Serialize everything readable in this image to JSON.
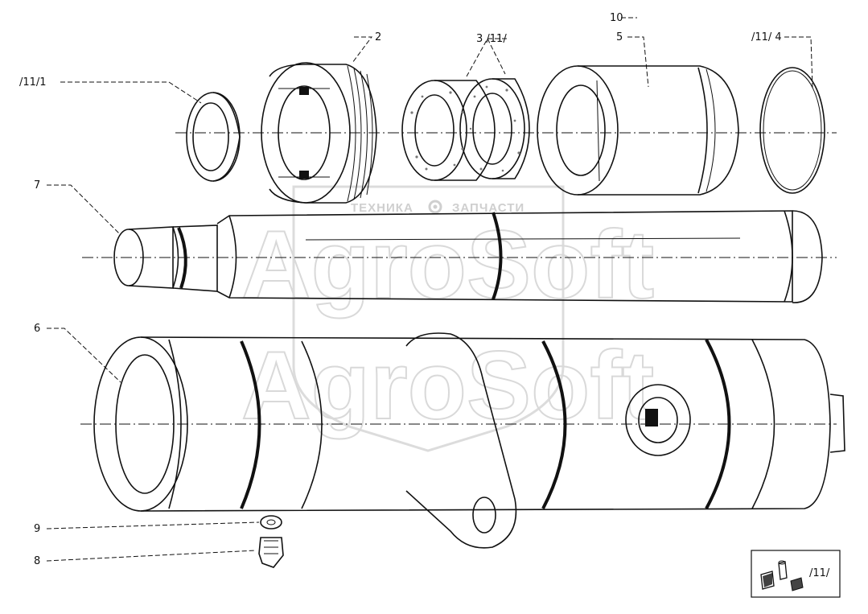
{
  "watermark": {
    "text_left": "ТЕХНИКА",
    "text_right": "ЗАПЧАСТИ",
    "gear_icon": "gear-icon",
    "logo_text": "AgroSoft"
  },
  "callouts": [
    {
      "id": "c-11-1",
      "label": "/11/1"
    },
    {
      "id": "c-2",
      "label": "2"
    },
    {
      "id": "c-3-11",
      "label": "3 /11/"
    },
    {
      "id": "c-10",
      "label": "10"
    },
    {
      "id": "c-5",
      "label": "5"
    },
    {
      "id": "c-11-4",
      "label": "/11/ 4"
    },
    {
      "id": "c-7",
      "label": "7"
    },
    {
      "id": "c-6",
      "label": "6"
    },
    {
      "id": "c-9",
      "label": "9"
    },
    {
      "id": "c-8",
      "label": "8"
    }
  ],
  "kit_box": {
    "label": "/11/"
  }
}
